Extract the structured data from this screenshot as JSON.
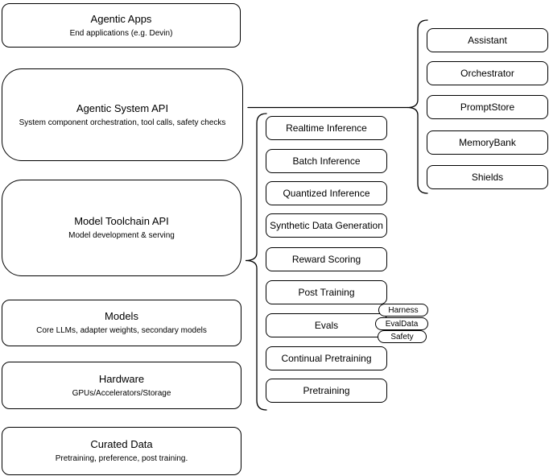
{
  "diagram": {
    "layers": [
      {
        "title": "Agentic Apps",
        "subtitle": "End applications (e.g. Devin)"
      },
      {
        "title": "Agentic System API",
        "subtitle": "System component orchestration, tool calls, safety checks"
      },
      {
        "title": "Model Toolchain API",
        "subtitle": "Model development & serving"
      },
      {
        "title": "Models",
        "subtitle": "Core LLMs, adapter weights, secondary models"
      },
      {
        "title": "Hardware",
        "subtitle": "GPUs/Accelerators/Storage"
      },
      {
        "title": "Curated Data",
        "subtitle": "Pretraining, preference, post training."
      }
    ],
    "toolchain_nodes": [
      "Realtime Inference",
      "Batch Inference",
      "Quantized Inference",
      "Synthetic Data Generation",
      "Reward Scoring",
      "Post Training",
      "Evals",
      "Continual Pretraining",
      "Pretraining"
    ],
    "eval_tags": [
      "Harness",
      "EvalData",
      "Safety"
    ],
    "system_nodes": [
      "Assistant",
      "Orchestrator",
      "PromptStore",
      "MemoryBank",
      "Shields"
    ],
    "colors": {
      "stroke": "#000000",
      "fill": "#ffffff",
      "background": "#ffffff"
    }
  }
}
